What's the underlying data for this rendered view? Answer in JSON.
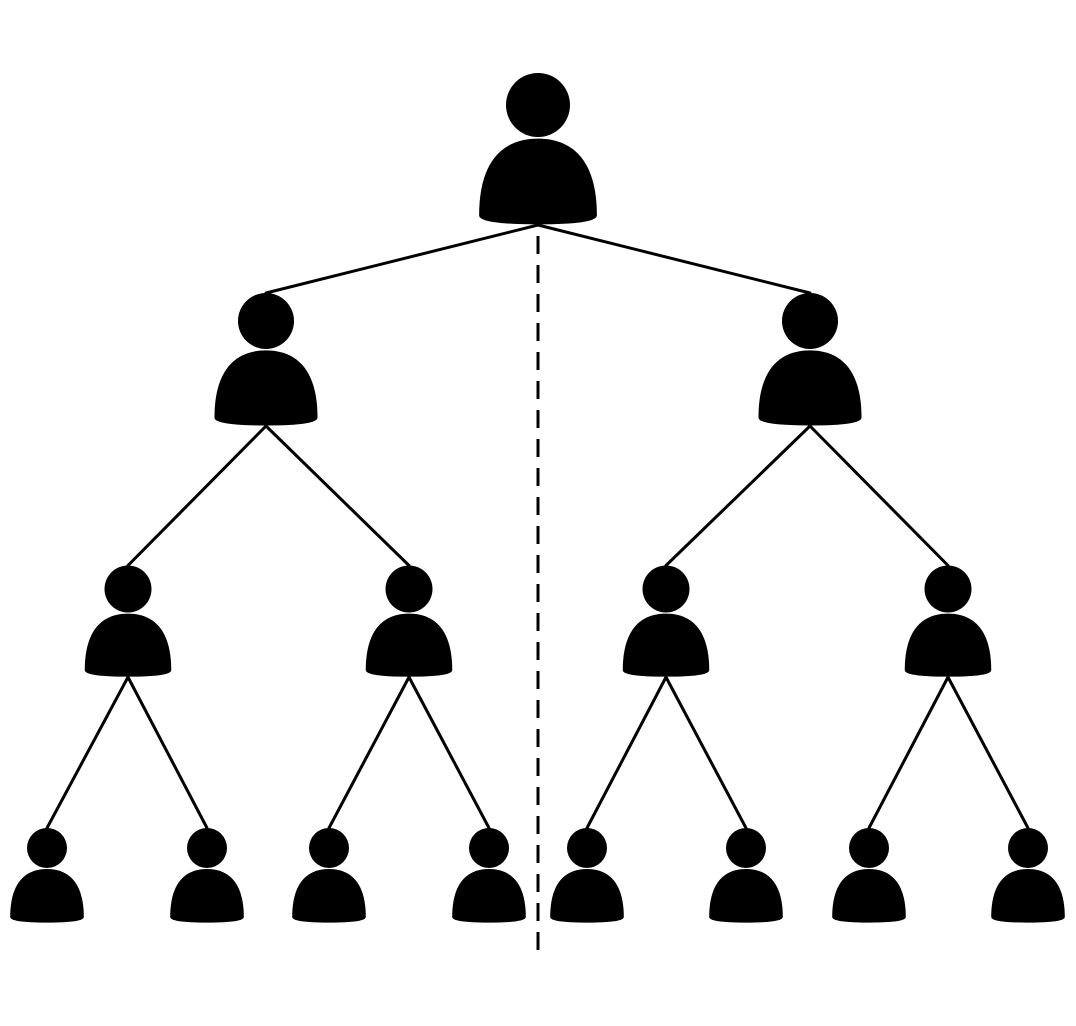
{
  "diagram": {
    "type": "hierarchy-tree",
    "levels": 4,
    "branching_factor": 2,
    "colors": {
      "figure": "#000000",
      "line": "#000000",
      "background": "#ffffff"
    },
    "icon": "person-icon",
    "nodes": [
      {
        "id": "root",
        "level": 0
      },
      {
        "id": "l1-left",
        "level": 1,
        "parent": "root"
      },
      {
        "id": "l1-right",
        "level": 1,
        "parent": "root"
      },
      {
        "id": "l2-1",
        "level": 2,
        "parent": "l1-left"
      },
      {
        "id": "l2-2",
        "level": 2,
        "parent": "l1-left"
      },
      {
        "id": "l2-3",
        "level": 2,
        "parent": "l1-right"
      },
      {
        "id": "l2-4",
        "level": 2,
        "parent": "l1-right"
      },
      {
        "id": "l3-1",
        "level": 3,
        "parent": "l2-1"
      },
      {
        "id": "l3-2",
        "level": 3,
        "parent": "l2-1"
      },
      {
        "id": "l3-3",
        "level": 3,
        "parent": "l2-2"
      },
      {
        "id": "l3-4",
        "level": 3,
        "parent": "l2-2"
      },
      {
        "id": "l3-5",
        "level": 3,
        "parent": "l2-3"
      },
      {
        "id": "l3-6",
        "level": 3,
        "parent": "l2-3"
      },
      {
        "id": "l3-7",
        "level": 3,
        "parent": "l2-4"
      },
      {
        "id": "l3-8",
        "level": 3,
        "parent": "l2-4"
      }
    ],
    "divider": {
      "style": "dashed",
      "orientation": "vertical"
    }
  }
}
